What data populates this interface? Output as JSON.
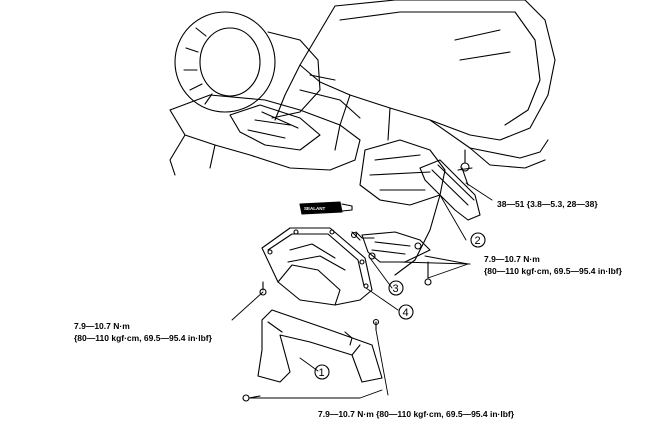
{
  "labels": {
    "torque_upper_right": "38—51 {3.8—5.3, 28—38}",
    "torque_mid_right_1": "7.9—10.7 N·m",
    "torque_mid_right_2": "{80—110 kgf·cm, 69.5—95.4 in·lbf}",
    "torque_left_1": "7.9—10.7 N·m",
    "torque_left_2": "{80—110 kgf·cm, 69.5—95.4 in·lbf}",
    "torque_bottom": "7.9—10.7 N·m {80—110 kgf·cm, 69.5—95.4 in·lbf}",
    "sealant": "SEALANT"
  },
  "callouts": [
    "1",
    "2",
    "3",
    "4"
  ]
}
